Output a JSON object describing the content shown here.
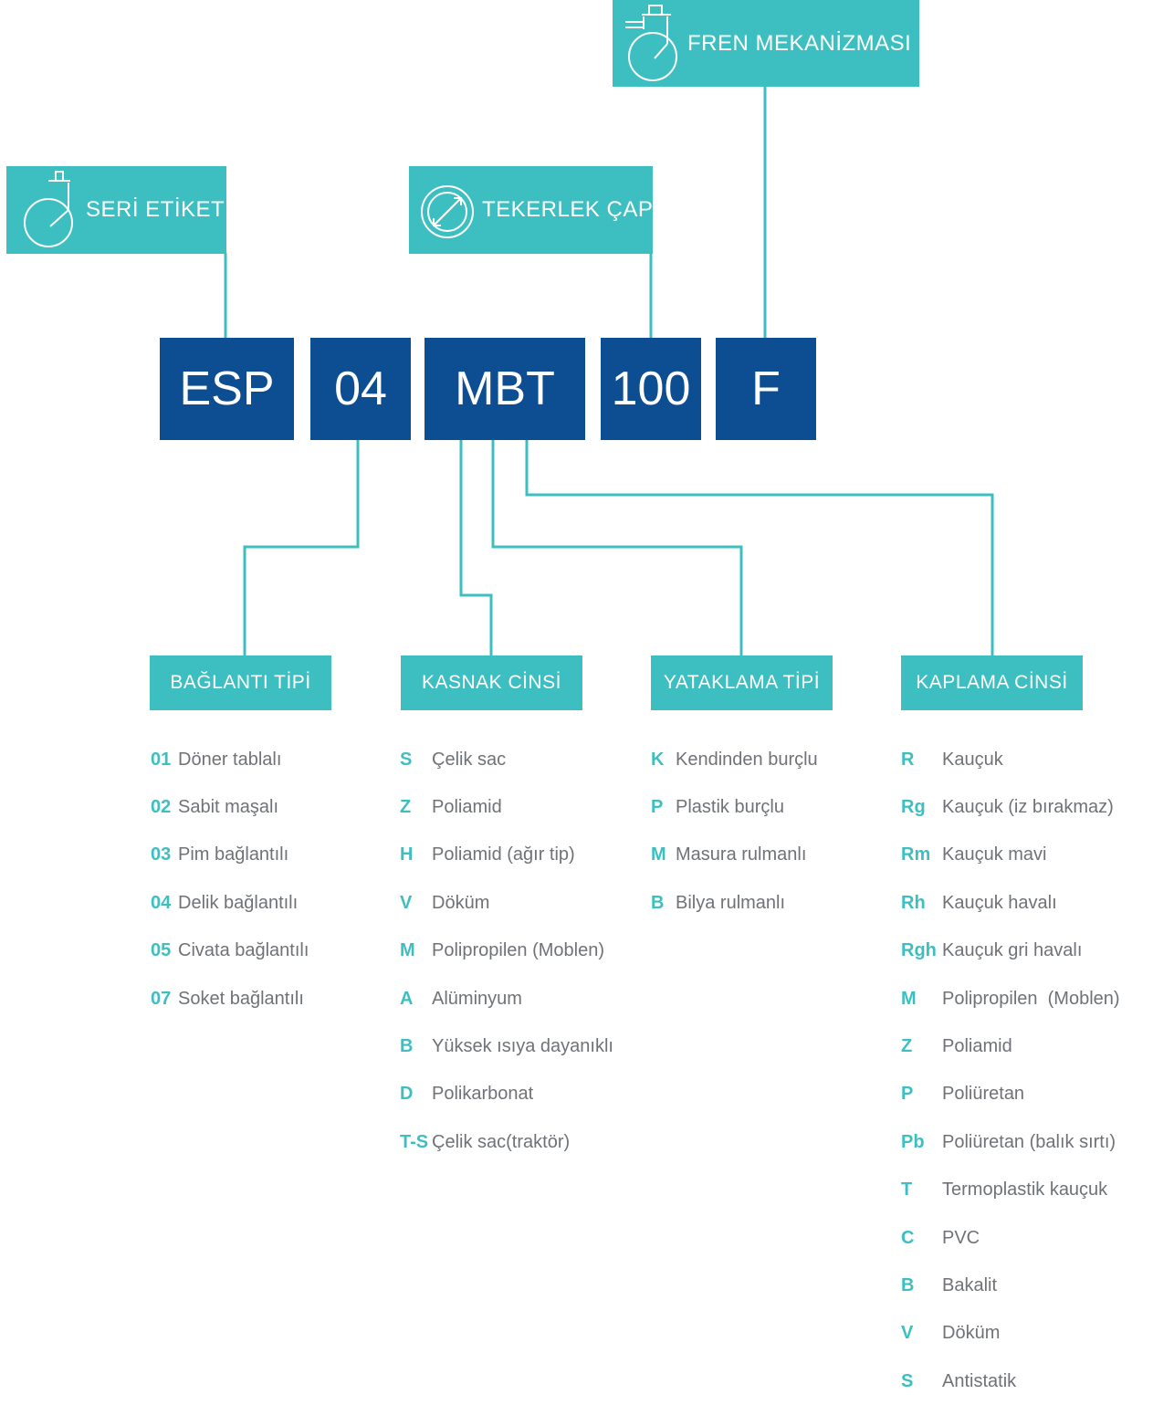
{
  "colors": {
    "accent": "#3dbfc1",
    "code_box": "#0d4d92",
    "item_text": "#6f7276"
  },
  "labels": {
    "fren": "FREN MEKANİZMASI",
    "seri": "SERİ ETİKETİ",
    "tekerlek": "TEKERLEK ÇAPI"
  },
  "icons": {
    "fren": "caster-wheel-icon",
    "seri": "caster-wheel-icon",
    "tekerlek": "diameter-icon"
  },
  "code": [
    "ESP",
    "04",
    "MBT",
    "100",
    "F"
  ],
  "categories": {
    "baglanti": {
      "title": "BAĞLANTI TİPİ",
      "items": [
        {
          "code": "01",
          "text": "Döner tablalı"
        },
        {
          "code": "02",
          "text": "Sabit maşalı"
        },
        {
          "code": "03",
          "text": "Pim bağlantılı"
        },
        {
          "code": "04",
          "text": "Delik bağlantılı"
        },
        {
          "code": "05",
          "text": "Civata bağlantılı"
        },
        {
          "code": "07",
          "text": "Soket bağlantılı"
        }
      ]
    },
    "kasnak": {
      "title": "KASNAK CİNSİ",
      "items": [
        {
          "code": "S",
          "text": "Çelik sac"
        },
        {
          "code": "Z",
          "text": "Poliamid"
        },
        {
          "code": "H",
          "text": "Poliamid (ağır tip)"
        },
        {
          "code": "V",
          "text": "Döküm"
        },
        {
          "code": "M",
          "text": "Polipropilen (Moblen)"
        },
        {
          "code": "A",
          "text": "Alüminyum"
        },
        {
          "code": "B",
          "text": "Yüksek ısıya dayanıklı"
        },
        {
          "code": "D",
          "text": "Polikarbonat"
        },
        {
          "code": "T-S",
          "text": "Çelik sac(traktör)"
        }
      ]
    },
    "yataklama": {
      "title": "YATAKLAMA TİPİ",
      "items": [
        {
          "code": "K",
          "text": "Kendinden burçlu"
        },
        {
          "code": "P",
          "text": "Plastik burçlu"
        },
        {
          "code": "M",
          "text": "Masura rulmanlı"
        },
        {
          "code": "B",
          "text": "Bilya rulmanlı"
        }
      ]
    },
    "kaplama": {
      "title": "KAPLAMA CİNSİ",
      "items": [
        {
          "code": "R",
          "text": "Kauçuk"
        },
        {
          "code": "Rg",
          "text": "Kauçuk (iz bırakmaz)"
        },
        {
          "code": "Rm",
          "text": "Kauçuk mavi"
        },
        {
          "code": "Rh",
          "text": "Kauçuk havalı"
        },
        {
          "code": "Rgh",
          "text": "Kauçuk gri havalı"
        },
        {
          "code": "M",
          "text": "Polipropilen  (Moblen)"
        },
        {
          "code": "Z",
          "text": "Poliamid"
        },
        {
          "code": "P",
          "text": "Poliüretan"
        },
        {
          "code": "Pb",
          "text": "Poliüretan (balık sırtı)"
        },
        {
          "code": "T",
          "text": "Termoplastik kauçuk"
        },
        {
          "code": "C",
          "text": "PVC"
        },
        {
          "code": "B",
          "text": "Bakalit"
        },
        {
          "code": "V",
          "text": "Döküm"
        },
        {
          "code": "S",
          "text": "Antistatik"
        }
      ]
    }
  }
}
